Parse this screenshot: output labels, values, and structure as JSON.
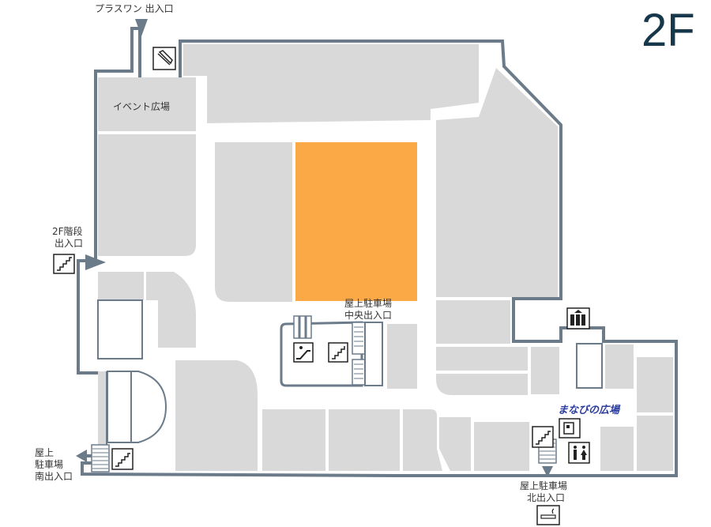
{
  "floor_label": "2F",
  "colors": {
    "wall": "#6b7b8a",
    "shop": "#d9d9d9",
    "highlight": "#fba946",
    "accent_text": "#2b3c9e"
  },
  "labels": {
    "plaswan_entrance": "プラスワン 出入口",
    "event_plaza": "イベント広場",
    "stairs_2f_line1": "2F階段",
    "stairs_2f_line2": "出入口",
    "rooftop_center_line1": "屋上駐車場",
    "rooftop_center_line2": "中央出入口",
    "rooftop_south_line1": "屋上",
    "rooftop_south_line2": "駐車場",
    "rooftop_south_line3": "南出入口",
    "rooftop_north_line1": "屋上駐車場",
    "rooftop_north_line2": "北出入口",
    "manabi_plaza": "まなびの広場"
  },
  "icons": [
    "nursing-room-icon",
    "stairs-icon",
    "escalator-icon",
    "elevator-icon",
    "restroom-icon",
    "locker-icon",
    "smoking-area-icon"
  ]
}
